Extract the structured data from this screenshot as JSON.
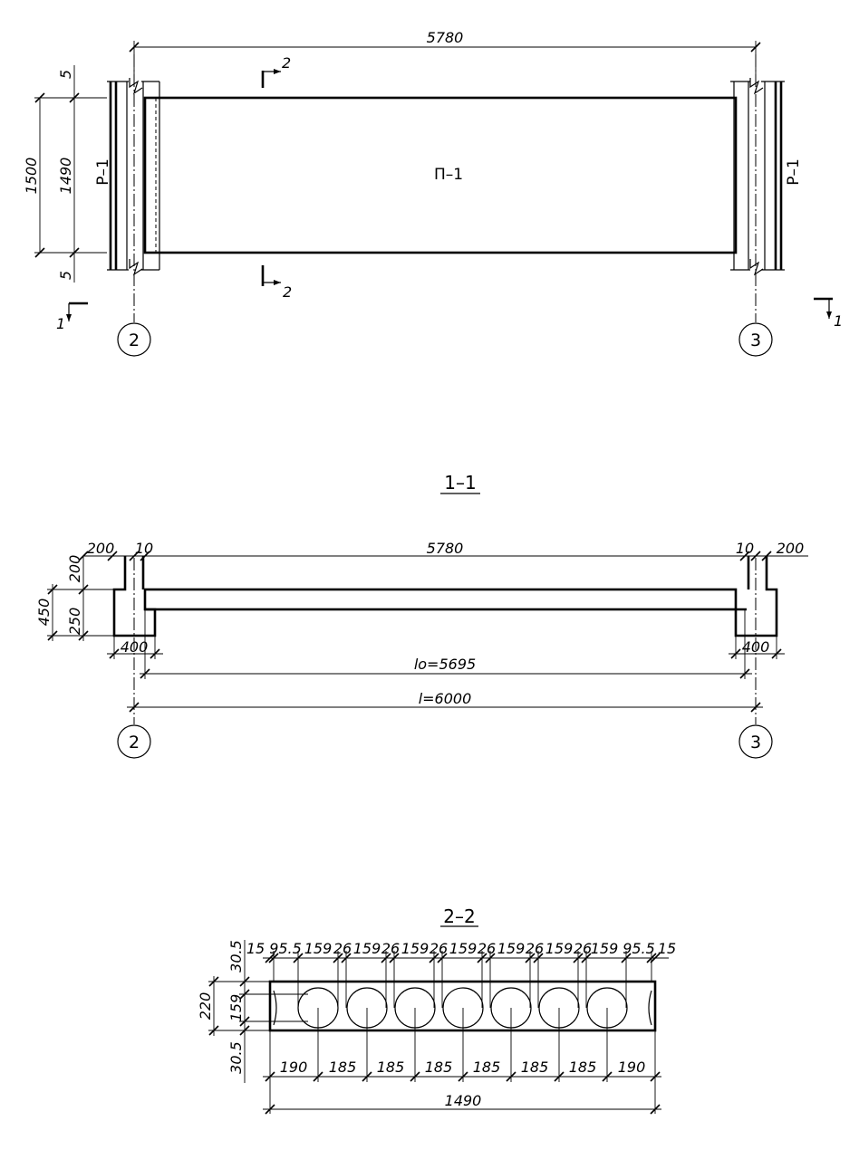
{
  "plan": {
    "length": "5780",
    "width_total": "1500",
    "width_slab": "1490",
    "gap": "5",
    "slab_mark": "П–1",
    "beam_mark": "Р–1",
    "cut2_label": "2",
    "cut1_label": "1",
    "axis_left": "2",
    "axis_right": "3"
  },
  "section_1_1": {
    "title": "1–1",
    "beam_width_left": "200",
    "joint_left": "10",
    "length": "5780",
    "joint_right": "10",
    "beam_width_right": "200",
    "height_slab": "200",
    "height_total": "450",
    "height_beam": "250",
    "bearing_left": "400",
    "bearing_right": "400",
    "clear_span": "lo=5695",
    "span": "l=6000",
    "axis_left": "2",
    "axis_right": "3"
  },
  "section_2_2": {
    "title": "2–2",
    "top_dims": [
      "15",
      "95.5",
      "159",
      "26",
      "159",
      "26",
      "159",
      "26",
      "159",
      "26",
      "159",
      "26",
      "159",
      "26",
      "159",
      "95.5",
      "15"
    ],
    "height_total": "220",
    "void_diameter": "159",
    "cover_top": "30.5",
    "cover_bottom": "30.5",
    "bottom_dims": [
      "190",
      "185",
      "185",
      "185",
      "185",
      "185",
      "185",
      "190"
    ],
    "width": "1490"
  }
}
